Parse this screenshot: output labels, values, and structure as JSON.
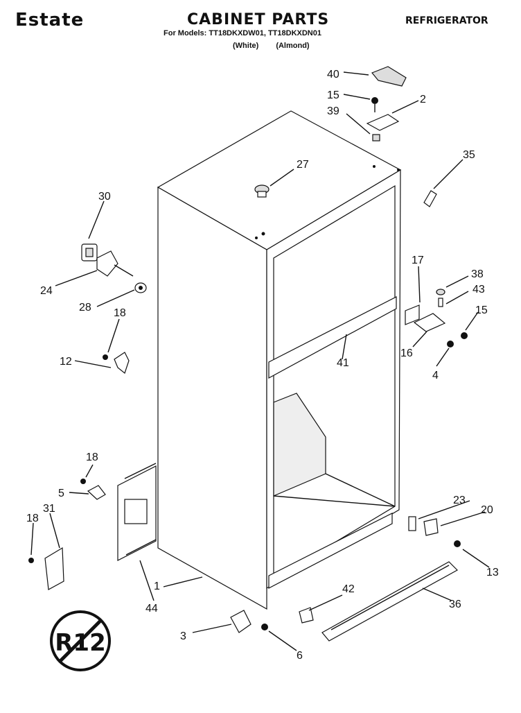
{
  "header": {
    "brand": "Estate",
    "title": "CABINET PARTS",
    "category": "REFRIGERATOR",
    "models": "For Models: TT18DKXDW01, TT18DKXDN01",
    "colors": "(White) (Almond)"
  },
  "callouts": [
    "40",
    "15",
    "2",
    "39",
    "27",
    "35",
    "30",
    "24",
    "28",
    "18",
    "12",
    "17",
    "38",
    "43",
    "15",
    "16",
    "4",
    "41",
    "18",
    "5",
    "23",
    "20",
    "18",
    "31",
    "13",
    "1",
    "44",
    "42",
    "36",
    "3",
    "6"
  ],
  "symbol": {
    "label": "R12"
  }
}
